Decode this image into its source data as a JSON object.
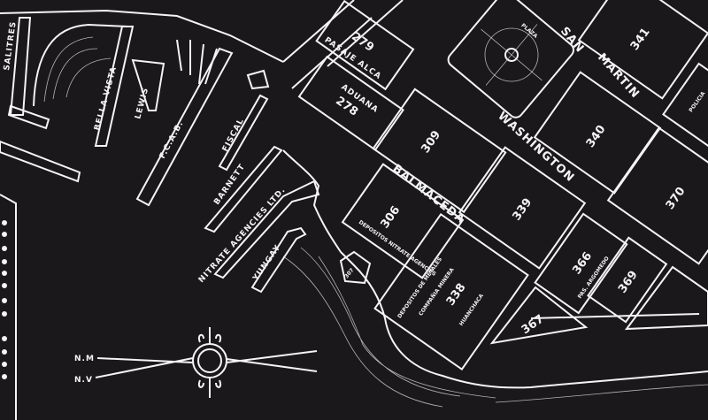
{
  "map": {
    "background_color": "#1a181b",
    "line_color": "#f4f4f4",
    "streets": {
      "san": "SAN",
      "martin": "MARTIN",
      "washington": "WASHINGTON",
      "balmaceda": "BALMACEDA",
      "pasaje_alca": "PASAJE ALCA",
      "pas_argomedo": "PAS. ARGOMEDO",
      "plaza": "PLAZA"
    },
    "piers": {
      "salitres": "SALITRES",
      "bella_vista": "BELLA VISTA",
      "lewis": "LEWIS",
      "fcab": "F.C.A.B.",
      "fiscal": "FISCAL",
      "barnett": "BARNETT",
      "nitrate": "NITRATE AGENCIES LTD.",
      "yungay": "YUNGAY"
    },
    "blocks": {
      "b278": "278",
      "aduana": "ADUANA",
      "b279": "279",
      "b306": "306",
      "b306_note": "DEPOSITOS NITRATE AGENCIES",
      "b307": "307",
      "b309": "309",
      "b338": "338",
      "b338_l1": "DEPOSITOS DE METALES",
      "b338_l2": "COMPAÑIA MINERA",
      "b338_l3": "HUANCHACA",
      "b339": "339",
      "b340": "340",
      "b341": "341",
      "b366": "366",
      "b367": "367",
      "b369": "369",
      "b370": "370",
      "policia": "POLICIA"
    },
    "compass": {
      "nm": "N.M",
      "nv": "N.V"
    }
  }
}
